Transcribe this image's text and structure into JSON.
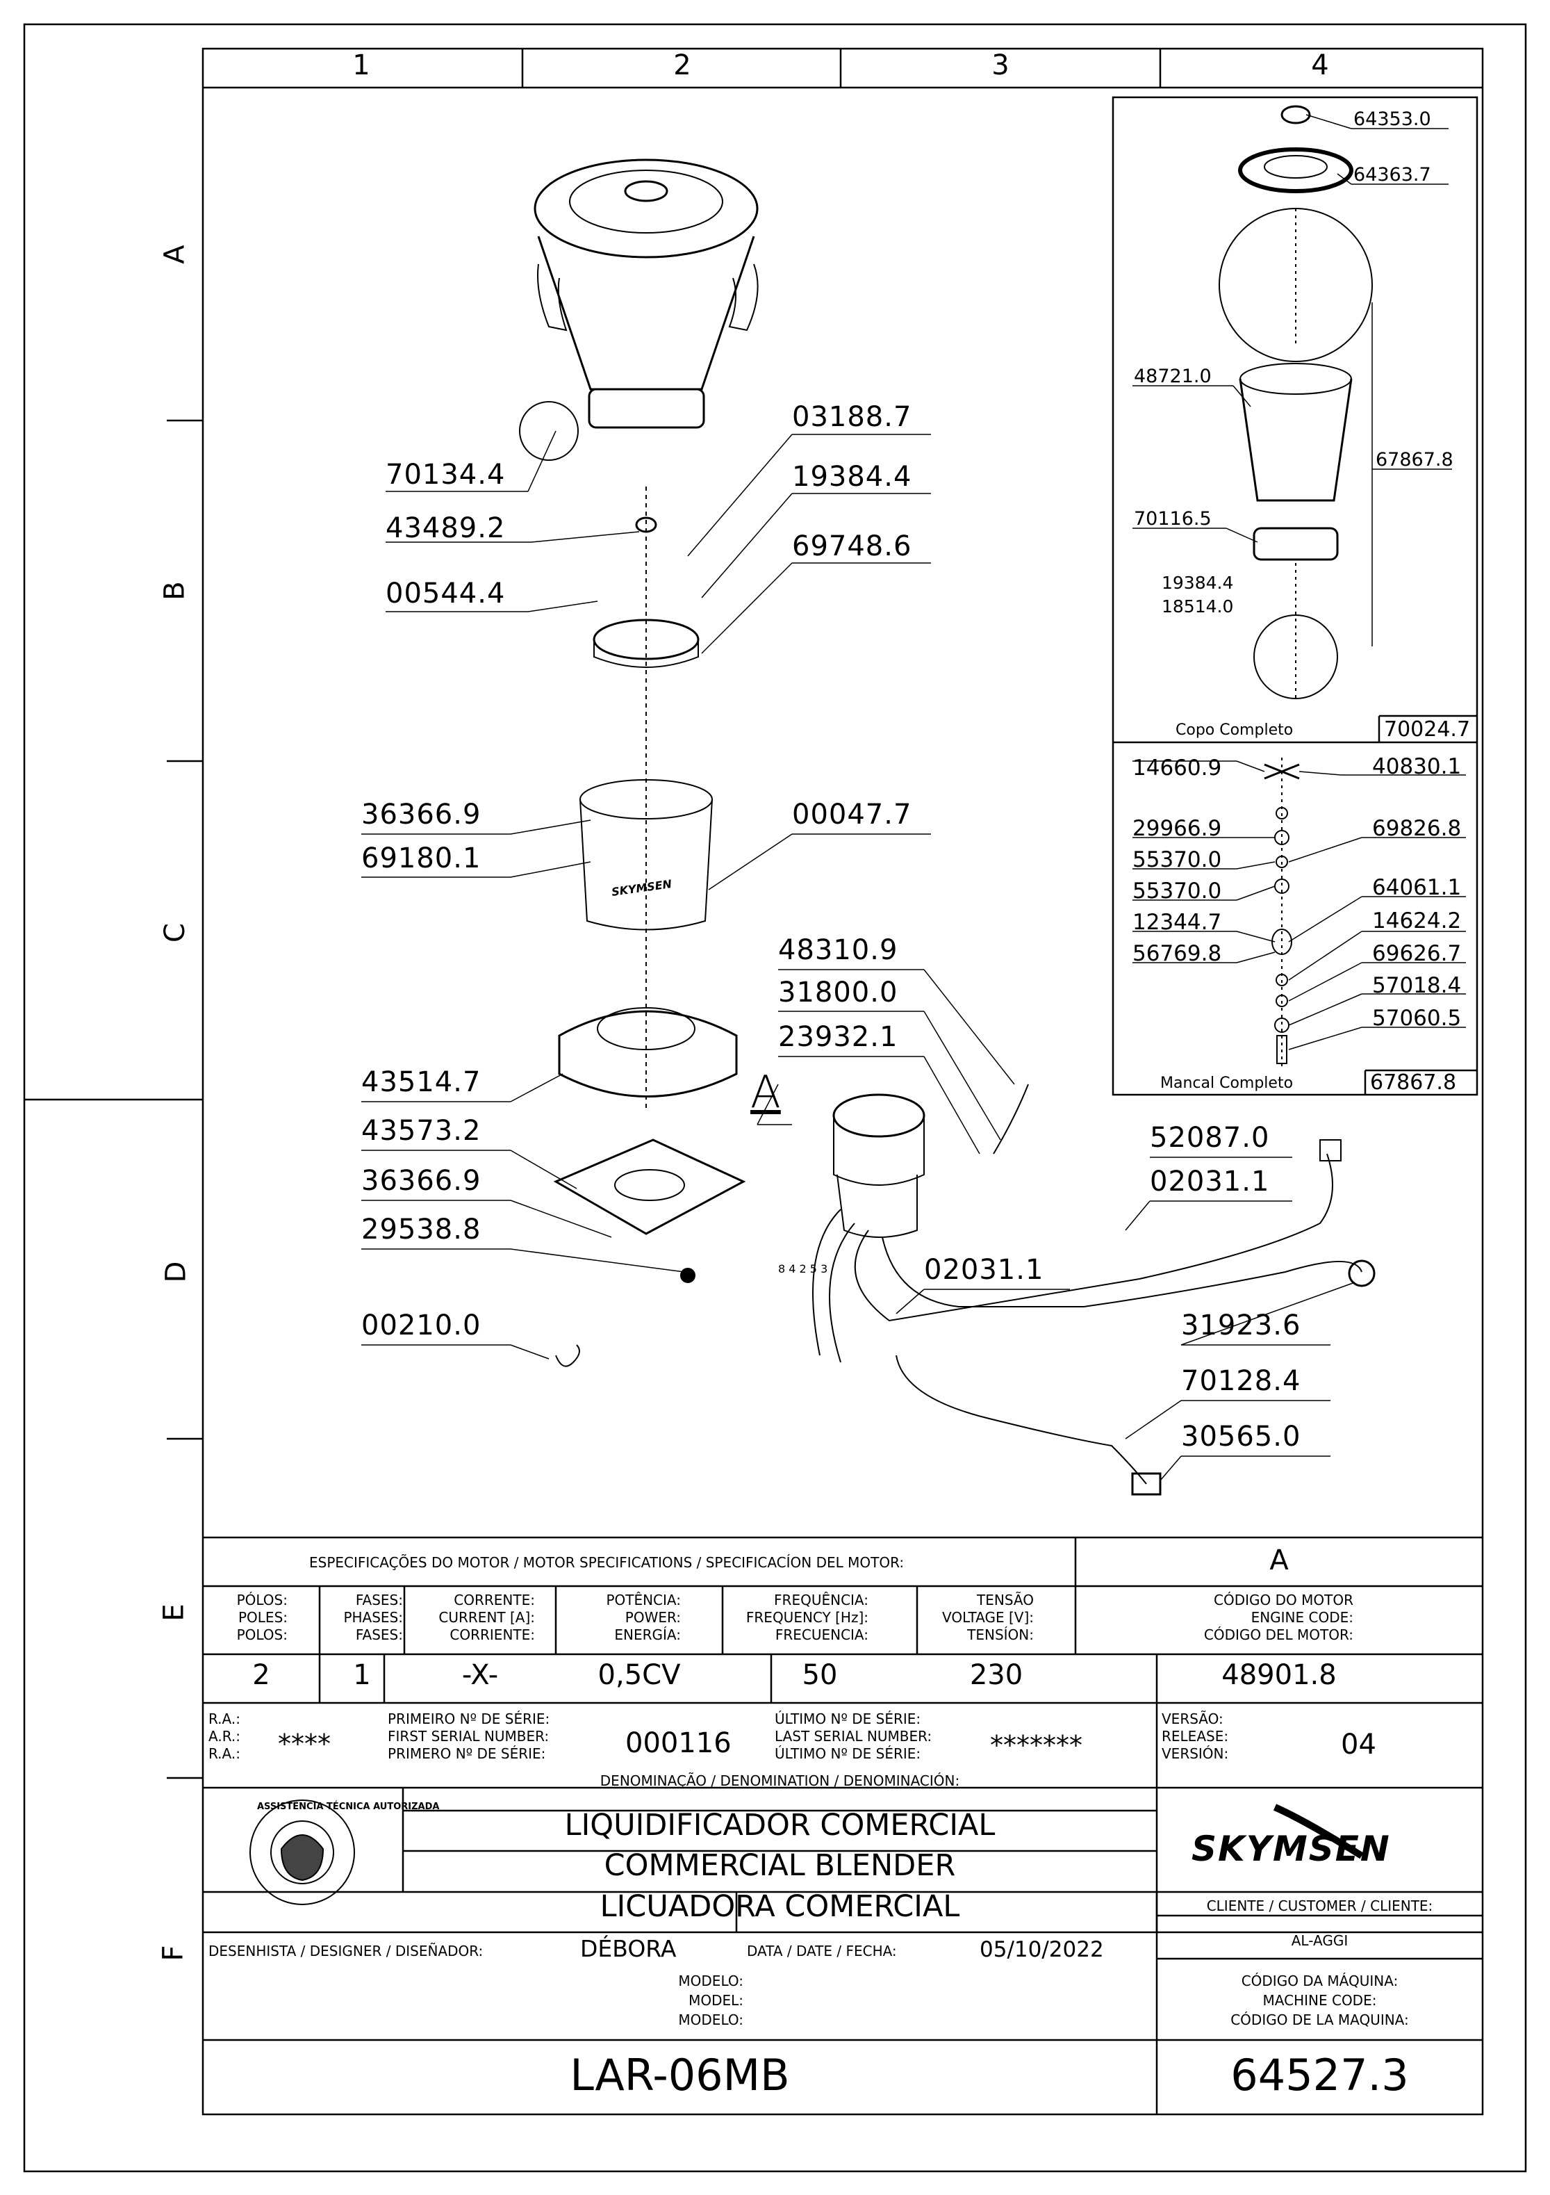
{
  "grid": {
    "columns": [
      "1",
      "2",
      "3",
      "4"
    ],
    "rows": [
      "A",
      "B",
      "C",
      "D",
      "E",
      "F"
    ]
  },
  "main_parts": [
    "70134.4",
    "43489.2",
    "00544.4",
    "03188.7",
    "19384.4",
    "69748.6",
    "36366.9",
    "69180.1",
    "00047.7",
    "43514.7",
    "43573.2",
    "36366.9",
    "29538.8",
    "00210.0",
    "48310.9",
    "31800.0",
    "23932.1",
    "52087.0",
    "02031.1",
    "02031.1",
    "31923.6",
    "70128.4",
    "30565.0"
  ],
  "detail_label": "A",
  "wire_numbers": "8 4 2 5 3",
  "brand_on_part": "SKYMSEN",
  "copo": {
    "parts": [
      "64353.0",
      "64363.7",
      "48721.0",
      "67867.8",
      "70116.5",
      "19384.4",
      "18514.0"
    ],
    "title": "Copo Completo",
    "code": "70024.7"
  },
  "mancal": {
    "parts_left": [
      "14660.9",
      "29966.9",
      "55370.0",
      "55370.0",
      "12344.7",
      "56769.8"
    ],
    "parts_right": [
      "40830.1",
      "69826.8",
      "64061.1",
      "14624.2",
      "69626.7",
      "57018.4",
      "57060.5"
    ],
    "title": "Mancal Completo",
    "code": "67867.8"
  },
  "motor": {
    "title": "ESPECIFICAÇÕES DO MOTOR / MOTOR SPECIFICATIONS / SPECIFICACÍON DEL MOTOR:",
    "variant": "A",
    "h_poles": [
      "PÓLOS:",
      "POLES:",
      "POLOS:"
    ],
    "h_phases": [
      "FASES:",
      "PHASES:",
      "FASES:"
    ],
    "h_current": [
      "CORRENTE:",
      "CURRENT [A]:",
      "CORRIENTE:"
    ],
    "h_power": [
      "POTÊNCIA:",
      "POWER:",
      "ENERGÍA:"
    ],
    "h_freq": [
      "FREQUÊNCIA:",
      "FREQUENCY [Hz]:",
      "FRECUENCIA:"
    ],
    "h_voltage": [
      "TENSÃO",
      "VOLTAGE [V]:",
      "TENSÍON:"
    ],
    "h_engine": [
      "CÓDIGO DO MOTOR",
      "ENGINE CODE:",
      "CÓDIGO DEL MOTOR:"
    ],
    "poles": "2",
    "phases": "1",
    "current": "-X-",
    "power": "0,5CV",
    "frequency": "50",
    "voltage": "230",
    "engine_code": "48901.8"
  },
  "serial": {
    "ra_labels": [
      "R.A.:",
      "A.R.:",
      "R.A.:"
    ],
    "ra_value": "****",
    "first_labels": [
      "PRIMEIRO Nº DE SÉRIE:",
      "FIRST SERIAL NUMBER:",
      "PRIMERO Nº DE SÉRIE:"
    ],
    "first_value": "000116",
    "last_labels": [
      "ÚLTIMO Nº DE SÉRIE:",
      "LAST SERIAL NUMBER:",
      "ÚLTIMO Nº DE SÉRIE:"
    ],
    "last_value": "*******",
    "version_labels": [
      "VERSÃO:",
      "RELEASE:",
      "VERSIÓN:"
    ],
    "version_value": "04"
  },
  "denomination": {
    "label": "DENOMINAÇÃO / DENOMINATION / DENOMINACIÓN:",
    "pt": "LIQUIDIFICADOR COMERCIAL",
    "en": "COMMERCIAL BLENDER",
    "es": "LICUADORA COMERCIAL"
  },
  "seal_text": "ASSISTÊNCIA TÉCNICA AUTORIZADA",
  "brand": "SKYMSEN",
  "client": {
    "label": "CLIENTE / CUSTOMER / CLIENTE:",
    "value": "AL-AGGI"
  },
  "designer": {
    "label": "DESENHISTA / DESIGNER / DISEÑADOR:",
    "value": "DÉBORA"
  },
  "date": {
    "label": "DATA / DATE / FECHA:",
    "value": "05/10/2022"
  },
  "model": {
    "labels": [
      "MODELO:",
      "MODEL:",
      "MODELO:"
    ],
    "value": "LAR-06MB"
  },
  "machine_code": {
    "labels": [
      "CÓDIGO DA MÁQUINA:",
      "MACHINE CODE:",
      "CÓDIGO DE LA MAQUINA:"
    ],
    "value": "64527.3"
  },
  "colors": {
    "line": "#000000",
    "paper": "#ffffff"
  }
}
